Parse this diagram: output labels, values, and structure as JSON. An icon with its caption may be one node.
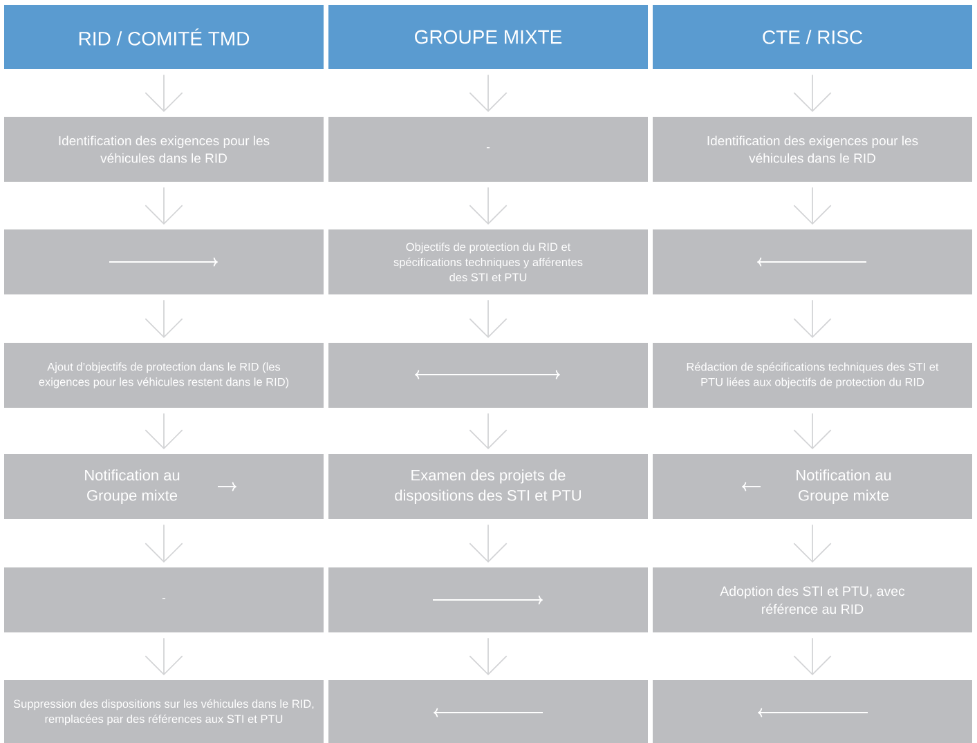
{
  "diagram": {
    "nodes": [
      {
        "text": [
          "RID / COMITÉ TMD"
        ]
      },
      {
        "text": [
          "GROUPE MIXTE"
        ]
      },
      {
        "text": [
          "CTE / RISC"
        ]
      },
      {
        "text": [
          "Identification des exigences pour les véhicules dans le RID"
        ]
      },
      {
        "text": [
          "-"
        ]
      },
      {
        "text": [
          "Identification des exigences pour les véhicules dans le RID"
        ]
      },
      {
        "text": [],
        "shape": "box"
      },
      {
        "text": [
          "Objectifs de protection du RID et spécifications techniques y afférentes des STI et PTU"
        ]
      },
      {
        "text": [],
        "shape": "box"
      },
      {
        "text": [
          "Ajout d’objectifs de protection dans le RID (les exigences pour les véhicules restent dans le RID)"
        ]
      },
      {
        "text": [],
        "shape": "box"
      },
      {
        "text": [
          "Rédaction de spécifications techniques des STI et PTU liées aux objectifs de protection du RID"
        ]
      },
      {
        "text": [
          "Notification au Groupe mixte"
        ]
      },
      {
        "text": [
          "Examen des projets de dispositions des STI et PTU"
        ]
      },
      {
        "text": [
          "Notification au Groupe mixte"
        ]
      },
      {
        "text": [
          "-"
        ]
      },
      {
        "text": [],
        "shape": "box"
      },
      {
        "text": [
          "Adoption des STI et PTU, avec référence au RID"
        ]
      },
      {
        "text": [
          "Suppression des dispositions sur les véhicules dans le RID, remplacées par des références aux STI et PTU"
        ]
      },
      {
        "text": [],
        "shape": "box"
      },
      {
        "text": [],
        "shape": "box"
      }
    ],
    "edges": [
      {
        "from": 0,
        "to": 3,
        "arrow": "to"
      },
      {
        "from": 1,
        "to": 4,
        "arrow": "to"
      },
      {
        "from": 2,
        "to": 5,
        "arrow": "to"
      },
      {
        "from": 3,
        "to": 6,
        "arrow": "to"
      },
      {
        "from": 4,
        "to": 7,
        "arrow": "to"
      },
      {
        "from": 5,
        "to": 8,
        "arrow": "to"
      },
      {
        "from": 6,
        "to": 9,
        "arrow": "to"
      },
      {
        "from": 7,
        "to": 10,
        "arrow": "to"
      },
      {
        "from": 8,
        "to": 11,
        "arrow": "to"
      },
      {
        "from": 9,
        "to": 12,
        "arrow": "to"
      },
      {
        "from": 10,
        "to": 13,
        "arrow": "to"
      },
      {
        "from": 11,
        "to": 14,
        "arrow": "to"
      },
      {
        "from": 12,
        "to": 15,
        "arrow": "to"
      },
      {
        "from": 13,
        "to": 16,
        "arrow": "to"
      },
      {
        "from": 14,
        "to": 17,
        "arrow": "to"
      },
      {
        "from": 15,
        "to": 18,
        "arrow": "to"
      },
      {
        "from": 16,
        "to": 19,
        "arrow": "to"
      },
      {
        "from": 17,
        "to": 20,
        "arrow": "to"
      }
    ]
  }
}
